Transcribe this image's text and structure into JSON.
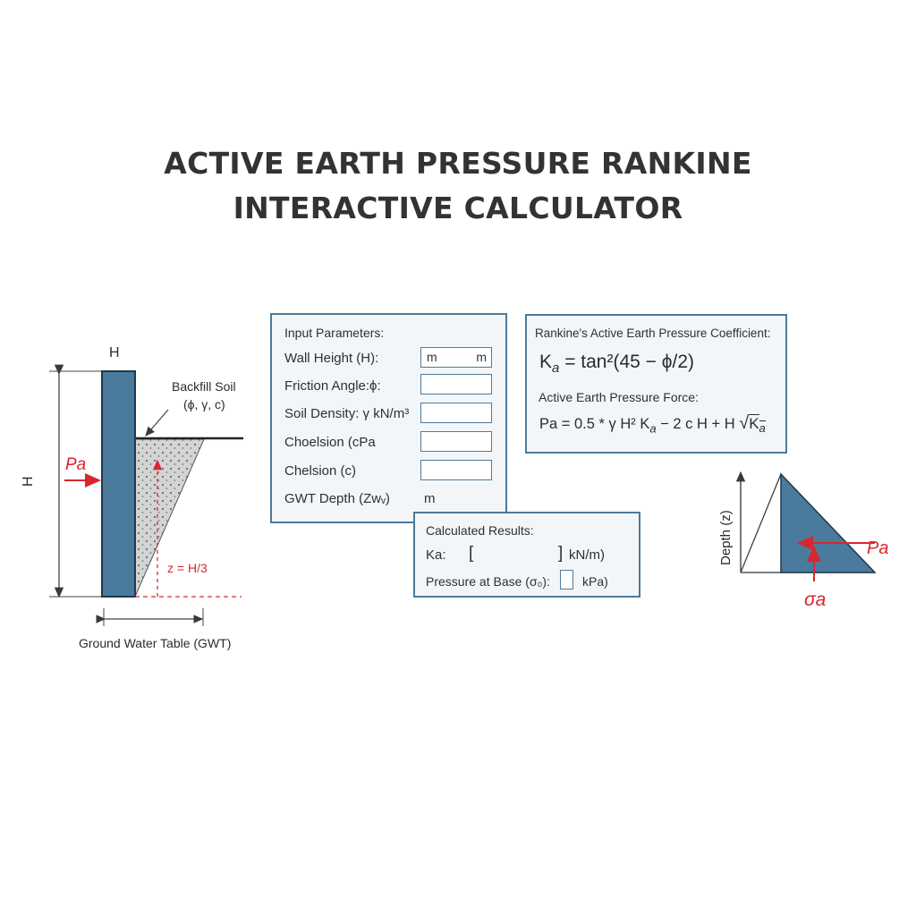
{
  "title": {
    "line1": "ACTIVE EARTH PRESSURE RANKINE",
    "line2": "INTERACTIVE CALCULATOR"
  },
  "wall_diagram": {
    "top_label": "H",
    "height_label": "H",
    "force_label": "Pa",
    "backfill_label": "Backfill Soil",
    "backfill_params": "(ϕ, γ, c)",
    "resultant_label": "z = H/3",
    "gwt_label": "Ground Water Table (GWT)"
  },
  "input_panel": {
    "heading": "Input Parameters:",
    "rows": [
      {
        "label": "Wall Height (H):",
        "field_value": "m",
        "field_unit": "m"
      },
      {
        "label": "Friction Angle:ϕ:",
        "field_value": "",
        "field_unit": ""
      },
      {
        "label": "Soil Density: γ kN/m³",
        "field_value": "",
        "field_unit": ""
      },
      {
        "label": "Choelsion (cPa",
        "field_value": "",
        "field_unit": ""
      },
      {
        "label": "Chelsion (c)",
        "field_value": "",
        "field_unit": ""
      },
      {
        "label": "GWT Depth (Zwᵥ)",
        "field_value": "",
        "field_unit": ""
      }
    ],
    "gwt_unit": "m"
  },
  "results_panel": {
    "heading": "Calculated Results:",
    "ka_label": "Ka:",
    "ka_bracket_open": "[",
    "ka_bracket_close": "]",
    "ka_unit": "kN/m)",
    "base_label": "Pressure at Base (σ₀):",
    "base_unit": "kPa)"
  },
  "formula_panel": {
    "heading": "Rankine's Active Earth Pressure Coefficient:",
    "ka_lhs": "K",
    "ka_sub": "a",
    "ka_rhs": " = tan²(45 − ϕ/2)",
    "force_heading": "Active Earth Pressure Force:",
    "pa_lhs": "Pa = 0.5 * γ H² K",
    "pa_sub": "a",
    "pa_rhs": " − 2 c H + H ",
    "pa_sqrt_k": "K",
    "pa_sqrt_sub": "a"
  },
  "pressure_diagram": {
    "axis_label": "Depth (z)",
    "force_label": "Pa",
    "stress_label": "σa"
  },
  "colors": {
    "wall": "#4a7a9c",
    "panel_border": "#4c7a99",
    "accent_red": "#d9262e",
    "soil_fill": "#d4d4d4"
  }
}
